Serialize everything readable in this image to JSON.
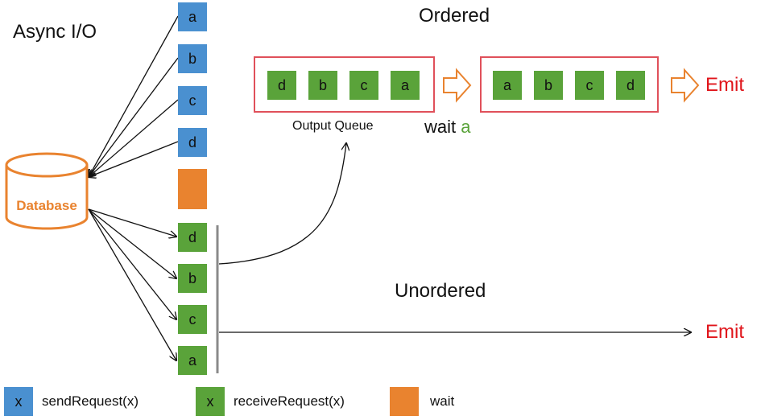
{
  "title": "Async I/O",
  "database": {
    "label": "Database",
    "color": "#e9832f"
  },
  "send_requests": [
    "a",
    "b",
    "c",
    "d"
  ],
  "receive_requests": [
    "d",
    "b",
    "c",
    "a"
  ],
  "ordered": {
    "heading": "Ordered",
    "output_queue": [
      "d",
      "b",
      "c",
      "a"
    ],
    "queue_label": "Output Queue",
    "emitted": [
      "a",
      "b",
      "c",
      "d"
    ],
    "wait_prefix": "wait",
    "wait_item": "a",
    "emit_label": "Emit"
  },
  "unordered": {
    "heading": "Unordered",
    "emit_label": "Emit"
  },
  "legend": {
    "send": {
      "symbol": "x",
      "label": "sendRequest(x)"
    },
    "receive": {
      "symbol": "x",
      "label": "receiveRequest(x)"
    },
    "wait": {
      "label": "wait"
    }
  },
  "colors": {
    "send": "#4a90d0",
    "receive": "#5aa33a",
    "wait": "#e9832f",
    "queue_border": "#e0505a",
    "emit": "#e0151b"
  }
}
